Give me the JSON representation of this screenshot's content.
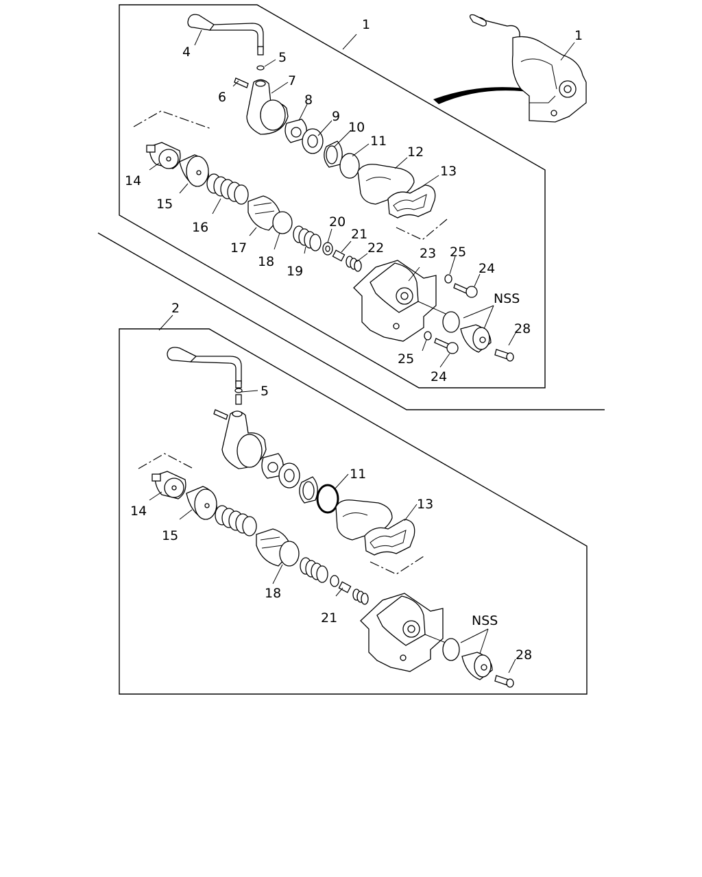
{
  "diagram": {
    "callouts": {
      "upper_group": "1",
      "upper_inset": "1",
      "lower_group": "2",
      "nss_upper": "NSS",
      "nss_lower": "NSS"
    },
    "upper_labels": [
      "4",
      "5",
      "6",
      "7",
      "8",
      "9",
      "10",
      "11",
      "12",
      "13",
      "14",
      "15",
      "16",
      "17",
      "18",
      "19",
      "20",
      "21",
      "22",
      "23",
      "25",
      "24",
      "25",
      "24",
      "28"
    ],
    "lower_labels": [
      "5",
      "11",
      "13",
      "14",
      "15",
      "18",
      "21",
      "28"
    ]
  }
}
